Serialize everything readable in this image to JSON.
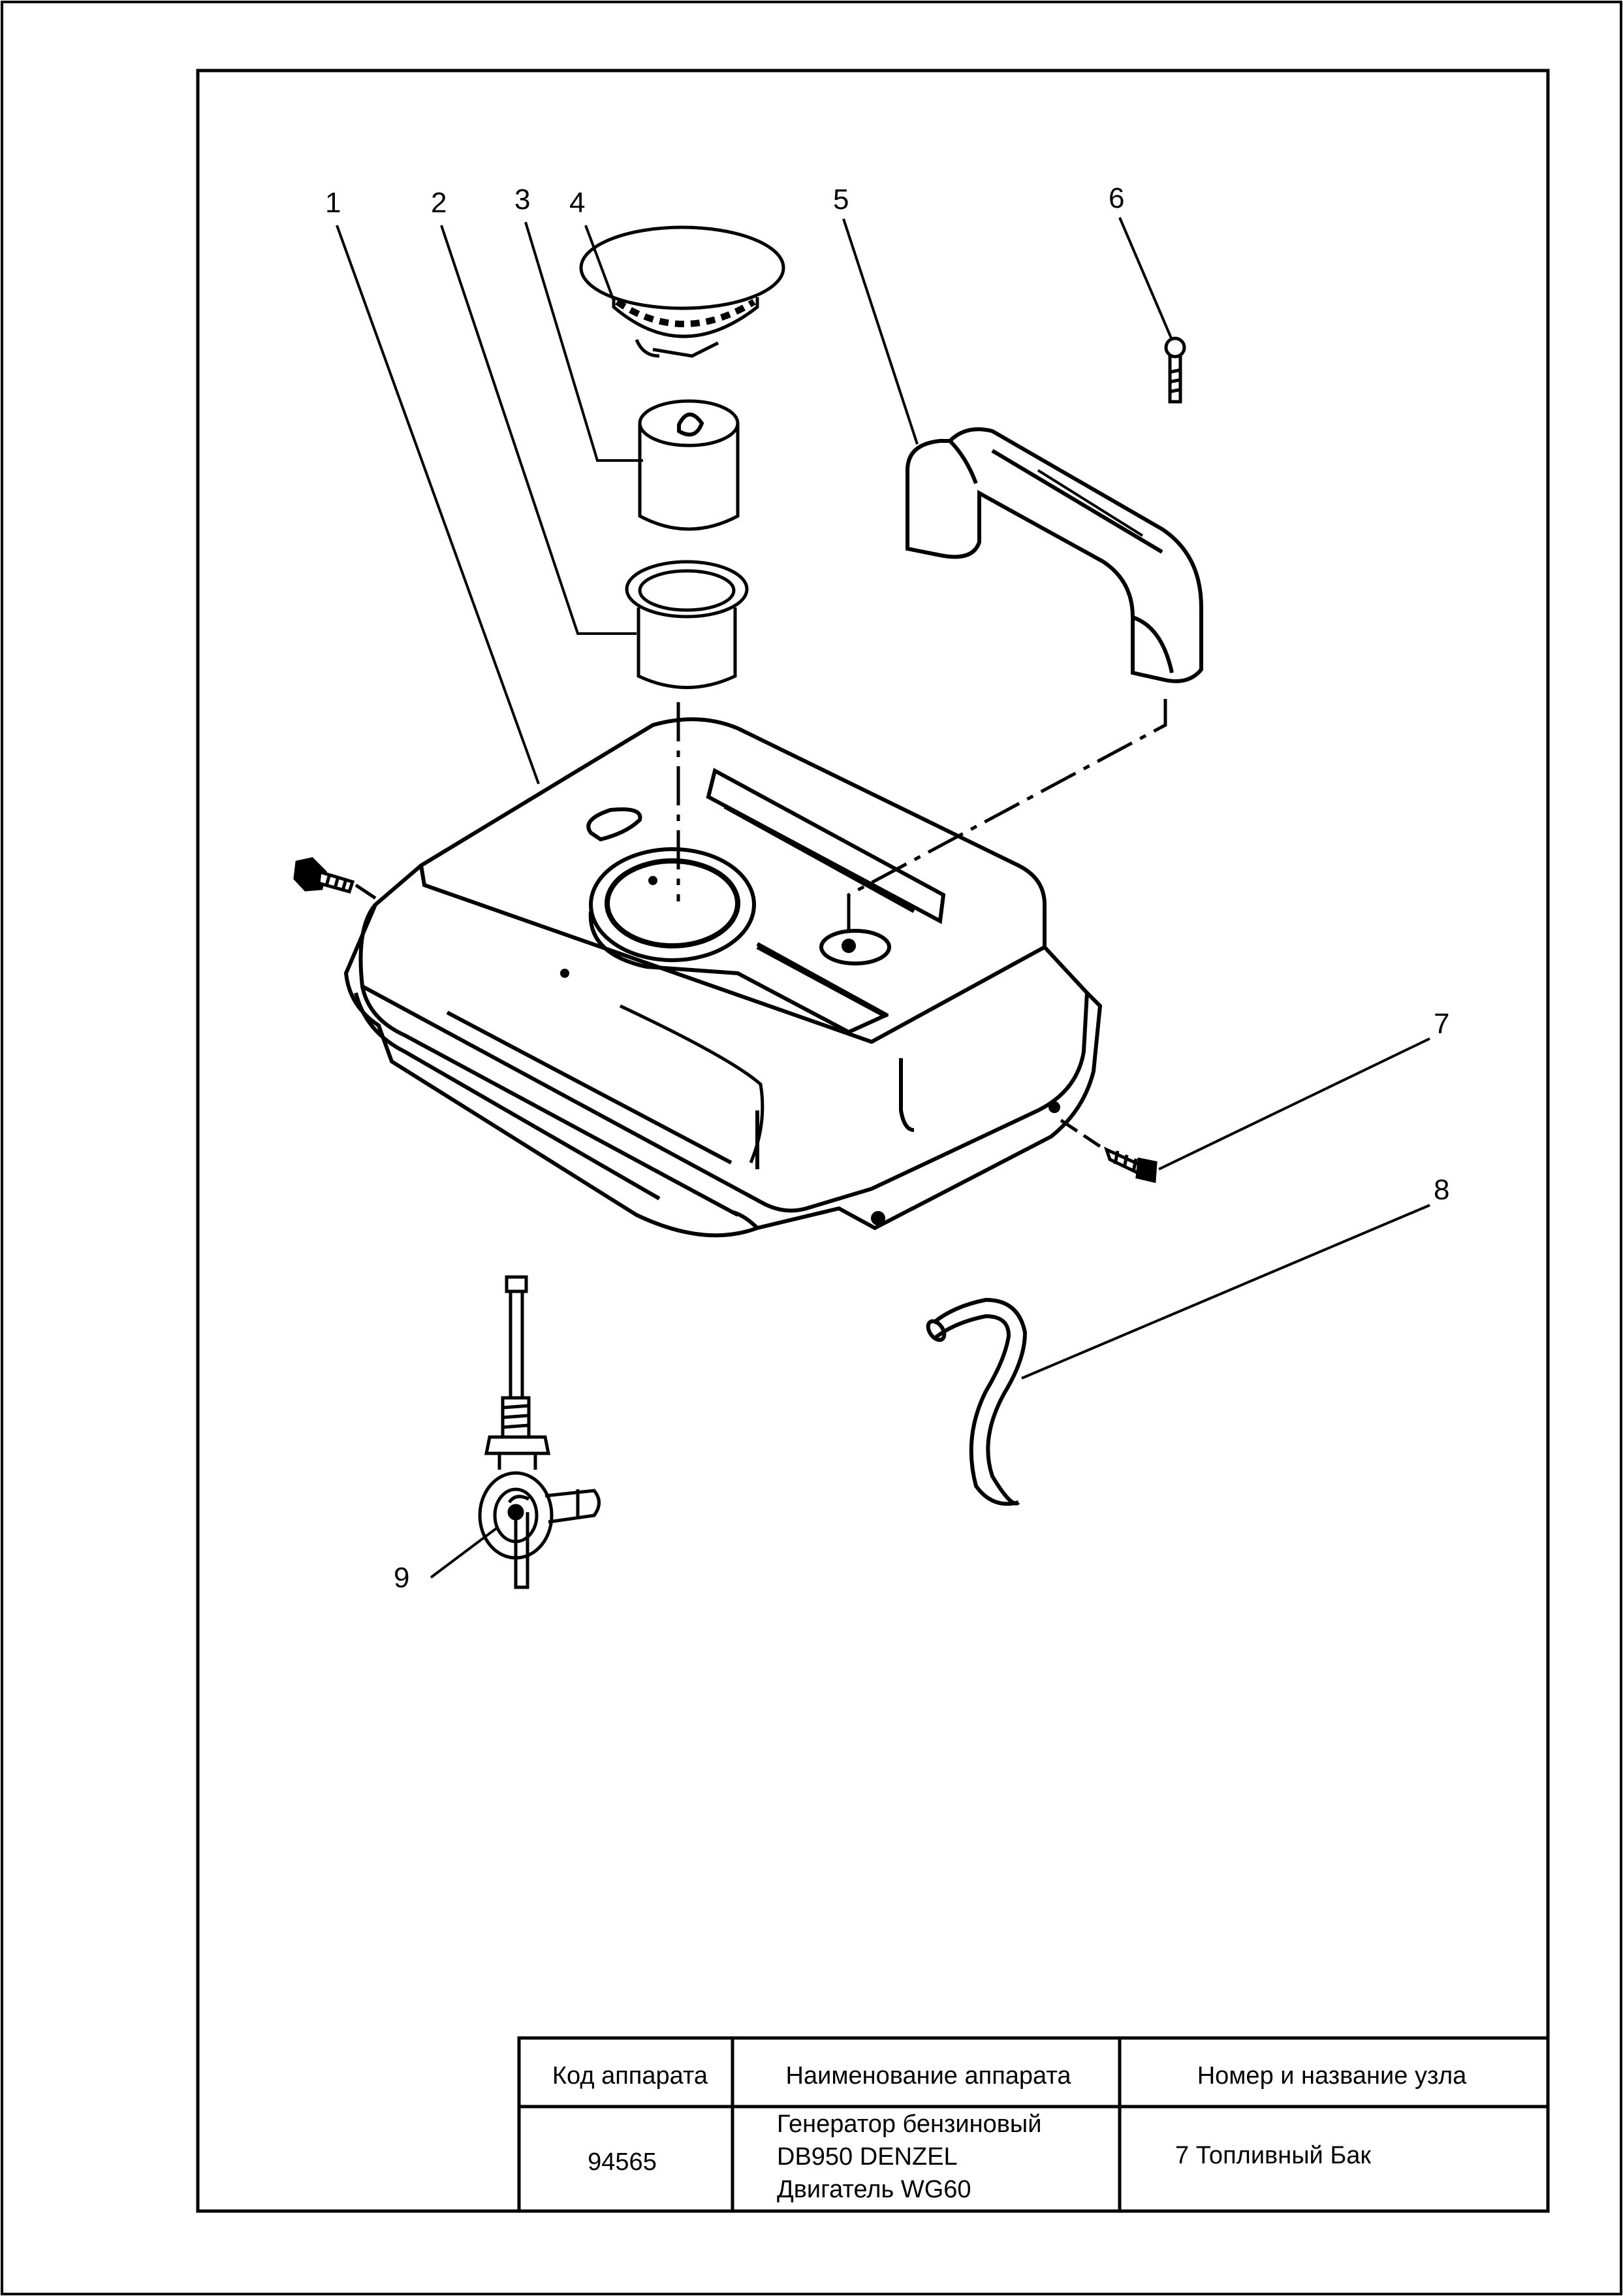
{
  "callouts": [
    "1",
    "2",
    "3",
    "4",
    "5",
    "6",
    "7",
    "8",
    "9"
  ],
  "title_block": {
    "headers": [
      "Код аппарата",
      "Наименование аппарата",
      "Номер и название узла"
    ],
    "code": "94565",
    "name_lines": [
      "Генератор бензиновый",
      "DB950 DENZEL",
      "Двигатель WG60"
    ],
    "assembly": "7 Топливный Бак"
  }
}
